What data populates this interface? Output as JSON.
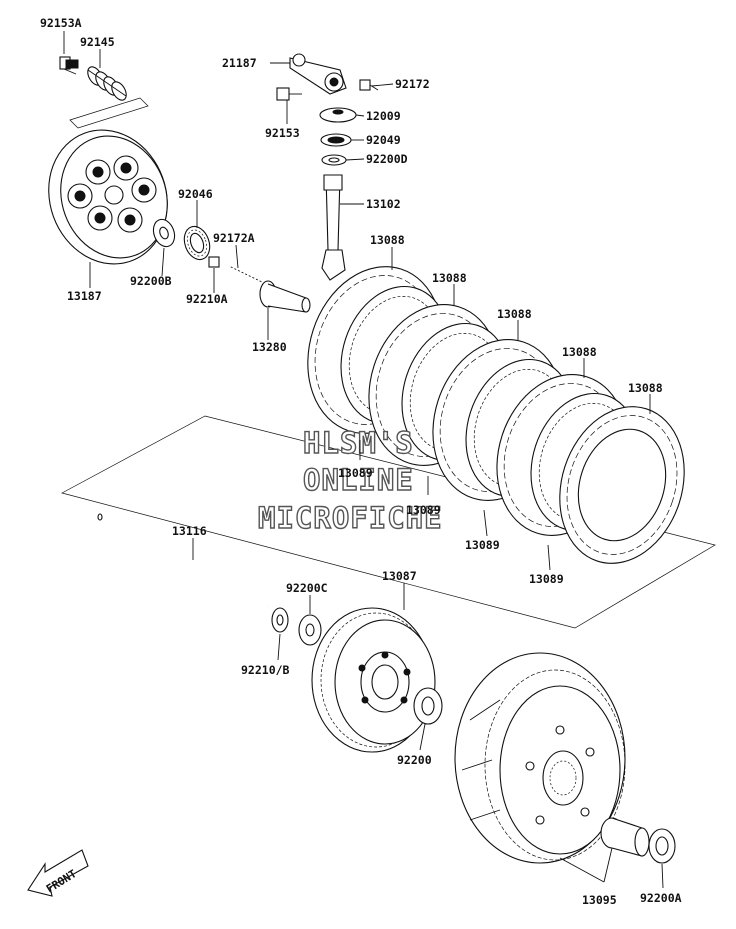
{
  "watermark": {
    "line1": "HLSM'S",
    "line2": "ONLINE",
    "line3": "MICROFICHE"
  },
  "front_arrow": "FRONT",
  "parts": {
    "p92153A": "92153A",
    "p92145": "92145",
    "p13187": "13187",
    "p92046": "92046",
    "p92200B": "92200B",
    "p92172A": "92172A",
    "p92210A": "92210A",
    "p13280": "13280",
    "p21187": "21187",
    "p92172": "92172",
    "p92153": "92153",
    "p12009": "12009",
    "p92049": "92049",
    "p92200D": "92200D",
    "p13102": "13102",
    "p13088_1": "13088",
    "p13088_2": "13088",
    "p13088_3": "13088",
    "p13088_4": "13088",
    "p13088_5": "13088",
    "p13089_1": "13089",
    "p13089_2": "13089",
    "p13089_3": "13089",
    "p13089_4": "13089",
    "p13116": "13116",
    "p92200C": "92200C",
    "p13087": "13087",
    "p92210B": "92210/B",
    "p92200": "92200",
    "p13095": "13095",
    "p92200A": "92200A"
  }
}
